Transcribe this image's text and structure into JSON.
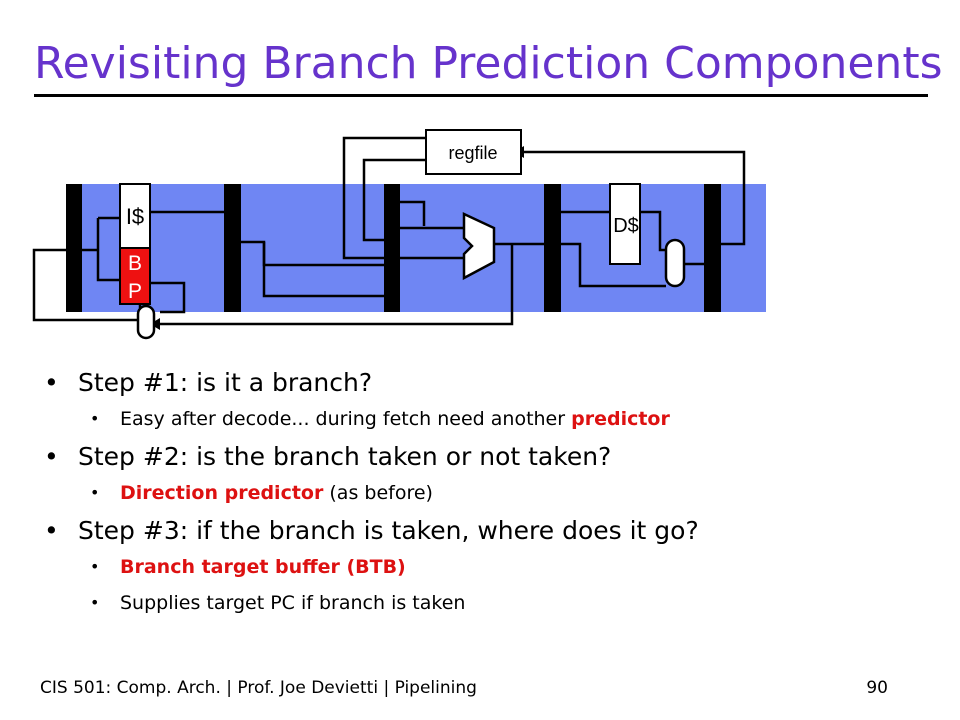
{
  "slide": {
    "title": "Revisiting Branch Prediction Components"
  },
  "diagram": {
    "regfile_label": "regfile",
    "icache_label": "I$",
    "bp_label_line1": "B",
    "bp_label_line2": "P",
    "dcache_label": "D$",
    "colors": {
      "pipeline_band": "#6f86f3",
      "latch": "#000000",
      "bp_box": "#ee1111",
      "wire": "#000000"
    }
  },
  "bullets": [
    {
      "text": "Step #1: is it a branch?",
      "sub": [
        {
          "pre": "Easy after decode... during fetch need another ",
          "em": "predictor",
          "post": ""
        }
      ]
    },
    {
      "text": "Step #2: is the branch taken or not taken?",
      "sub": [
        {
          "pre": "",
          "em": "Direction predictor",
          "post": " (as before)"
        }
      ]
    },
    {
      "text": "Step #3: if the branch is taken, where does it go?",
      "sub": [
        {
          "pre": "",
          "em": "Branch target buffer (BTB)",
          "post": ""
        },
        {
          "pre": "Supplies target PC if branch is taken",
          "em": "",
          "post": ""
        }
      ]
    }
  ],
  "footer": {
    "text": "CIS 501: Comp. Arch.  |  Prof. Joe Devietti  |  Pipelining",
    "page": "90"
  },
  "bullet_glyph": "•"
}
